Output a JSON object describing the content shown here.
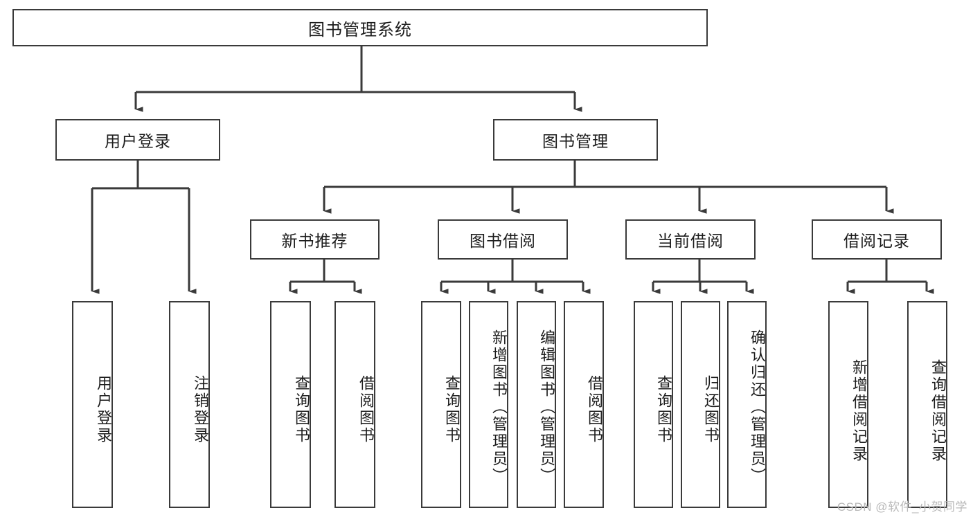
{
  "diagram": {
    "title": "图书管理系统",
    "type": "tree-hierarchy-diagram",
    "root": {
      "label": "图书管理系统"
    },
    "level2": [
      {
        "id": "user-login",
        "label": "用户登录"
      },
      {
        "id": "book-management",
        "label": "图书管理"
      }
    ],
    "level3": [
      {
        "id": "new-book-recommend",
        "label": "新书推荐"
      },
      {
        "id": "book-borrow",
        "label": "图书借阅"
      },
      {
        "id": "current-borrow",
        "label": "当前借阅"
      },
      {
        "id": "borrow-record",
        "label": "借阅记录"
      }
    ],
    "leaves": {
      "user_login": [
        {
          "id": "leaf-user-login",
          "label": "用户登录"
        },
        {
          "id": "leaf-logout-login",
          "label": "注销登录"
        }
      ],
      "new_book_recommend": [
        {
          "id": "leaf-query-book-1",
          "label": "查询图书"
        },
        {
          "id": "leaf-borrow-book-1",
          "label": "借阅图书"
        }
      ],
      "book_borrow": [
        {
          "id": "leaf-query-book-2",
          "label": "查询图书"
        },
        {
          "id": "leaf-add-book",
          "label": "新增图书（管理员）"
        },
        {
          "id": "leaf-edit-book",
          "label": "编辑图书（管理员）"
        },
        {
          "id": "leaf-borrow-book-2",
          "label": "借阅图书"
        }
      ],
      "current_borrow": [
        {
          "id": "leaf-query-book-3",
          "label": "查询图书"
        },
        {
          "id": "leaf-return-book",
          "label": "归还图书"
        },
        {
          "id": "leaf-confirm-return",
          "label": "确认归还（管理员）"
        }
      ],
      "borrow_record": [
        {
          "id": "leaf-add-record",
          "label": "新增借阅记录"
        },
        {
          "id": "leaf-query-record",
          "label": "查询借阅记录"
        }
      ]
    },
    "colors": {
      "stroke": "#3a3a3a",
      "background": "#ffffff",
      "text": "#1c1c1c",
      "watermark": "#b9b9b9"
    }
  },
  "watermark": {
    "text": "CSDN @软件_小贺同学"
  }
}
